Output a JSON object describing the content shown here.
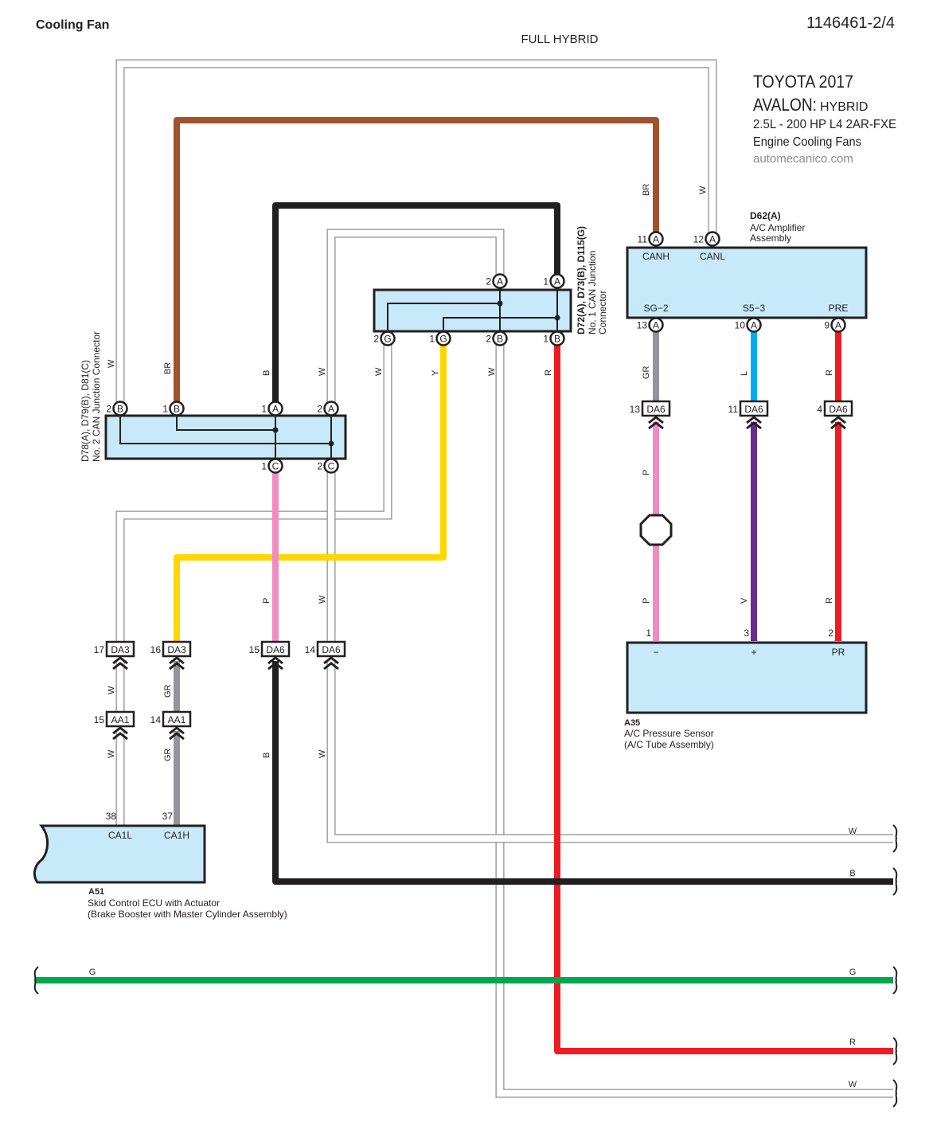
{
  "header": {
    "title": "Cooling Fan",
    "subtitle": "FULL HYBRID",
    "doc_number": "1146461-2/4"
  },
  "brand": {
    "year_line": "TOYOTA 2017",
    "model": "AVALON:",
    "model_suffix": "HYBRID",
    "engine": "2.5L - 200 HP  L4 2AR-FXE",
    "system": "Engine Cooling Fans",
    "site": "automecanico.com"
  },
  "colors": {
    "box_fill": "#c7e9f9",
    "BR": "#a0522d",
    "B": "#231f20",
    "Y": "#ffd700",
    "R": "#ed1c24",
    "P": "#f08cc0",
    "GR": "#939598",
    "L": "#00aeef",
    "V": "#662d91",
    "G": "#00a651",
    "W": "#ffffff"
  },
  "connectors": {
    "d78": {
      "codes": "D78(A), D79(B), D81(C)",
      "name": "No.  2 CAN Junction Connector",
      "pins": [
        {
          "num": "2",
          "letter": "B"
        },
        {
          "num": "1",
          "letter": "B"
        },
        {
          "num": "1",
          "letter": "A"
        },
        {
          "num": "2",
          "letter": "A"
        },
        {
          "num": "1",
          "letter": "C"
        },
        {
          "num": "2",
          "letter": "C"
        }
      ]
    },
    "d72": {
      "codes": "D72(A), D73(B), D115(G)",
      "name": "No.  1 CAN Junction",
      "name2": "Connector",
      "pins": [
        {
          "num": "2",
          "letter": "A"
        },
        {
          "num": "1",
          "letter": "A"
        },
        {
          "num": "2",
          "letter": "G"
        },
        {
          "num": "1",
          "letter": "G"
        },
        {
          "num": "2",
          "letter": "B"
        },
        {
          "num": "1",
          "letter": "B"
        }
      ]
    },
    "d62": {
      "code": "D62(A)",
      "name": "A/C Amplifier",
      "name2": "Assembly",
      "terminals": [
        "CANH",
        "CANL",
        "SG−2",
        "S5−3",
        "PRE"
      ],
      "pins": [
        {
          "num": "11",
          "letter": "A"
        },
        {
          "num": "12",
          "letter": "A"
        },
        {
          "num": "13",
          "letter": "A"
        },
        {
          "num": "10",
          "letter": "A"
        },
        {
          "num": "9",
          "letter": "A"
        }
      ]
    },
    "a35": {
      "code": "A35",
      "name": "A/C Pressure Sensor",
      "name2": "(A/C Tube Assembly)",
      "terminals": [
        "−",
        "+",
        "PR"
      ],
      "pin_numbers": [
        "1",
        "3",
        "2"
      ]
    },
    "a51": {
      "code": "A51",
      "name": "Skid Control ECU with Actuator",
      "name2": "(Brake Booster with Master Cylinder Assembly)",
      "terminals": [
        "CA1L",
        "CA1H"
      ],
      "pin_numbers": [
        "38",
        "37"
      ]
    }
  },
  "inline_connectors": [
    {
      "num": "13",
      "code": "DA6"
    },
    {
      "num": "11",
      "code": "DA6"
    },
    {
      "num": "4",
      "code": "DA6"
    },
    {
      "num": "17",
      "code": "DA3"
    },
    {
      "num": "16",
      "code": "DA3"
    },
    {
      "num": "15",
      "code": "DA6"
    },
    {
      "num": "14",
      "code": "DA6"
    },
    {
      "num": "15",
      "code": "AA1"
    },
    {
      "num": "14",
      "code": "AA1"
    }
  ],
  "wire_labels": [
    "W",
    "BR",
    "B",
    "W",
    "W",
    "Y",
    "W",
    "R",
    "BR",
    "W",
    "GR",
    "L",
    "R",
    "P",
    "P",
    "V",
    "R",
    "P",
    "W",
    "W",
    "GR",
    "W",
    "GR",
    "B",
    "W",
    "W",
    "B",
    "G",
    "R",
    "W",
    "G"
  ]
}
